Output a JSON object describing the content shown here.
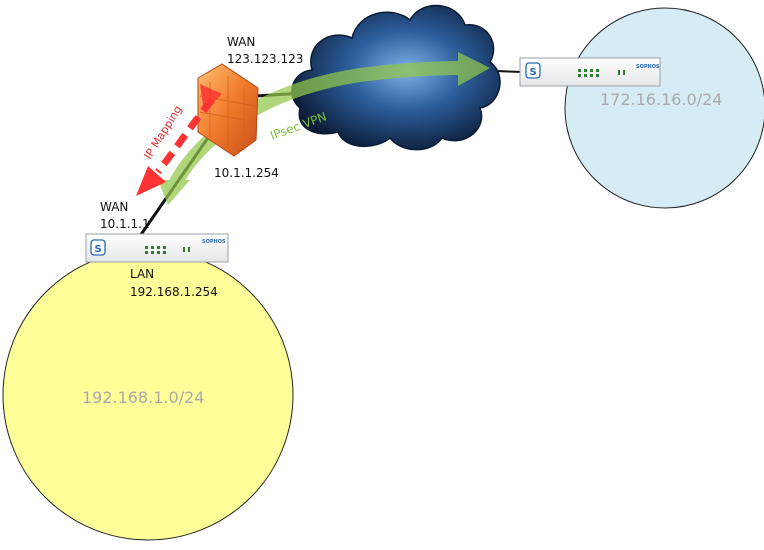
{
  "networks": {
    "remote_subnet": "172.16.16.0/24",
    "local_subnet": "192.168.1.0/24"
  },
  "firewall": {
    "wan_title": "WAN",
    "wan_ip": "123.123.123",
    "lan_ip": "10.1.1.254"
  },
  "local_sophos": {
    "wan_title": "WAN",
    "wan_ip": "10.1.1.1",
    "lan_title": "LAN",
    "lan_ip": "192.168.1.254"
  },
  "links": {
    "vpn_label": "IPsec VPN",
    "ip_mapping_label": "IP Mapping"
  },
  "devices": {
    "brand": "SOPHOS"
  },
  "colors": {
    "local_network": "#ffff99",
    "remote_network": "#d6ecf4",
    "vpn_arrow": "#92c74a",
    "mapping_arrow": "#ff3333",
    "firewall": "#f08030",
    "cloud": "#1c3a6a"
  }
}
